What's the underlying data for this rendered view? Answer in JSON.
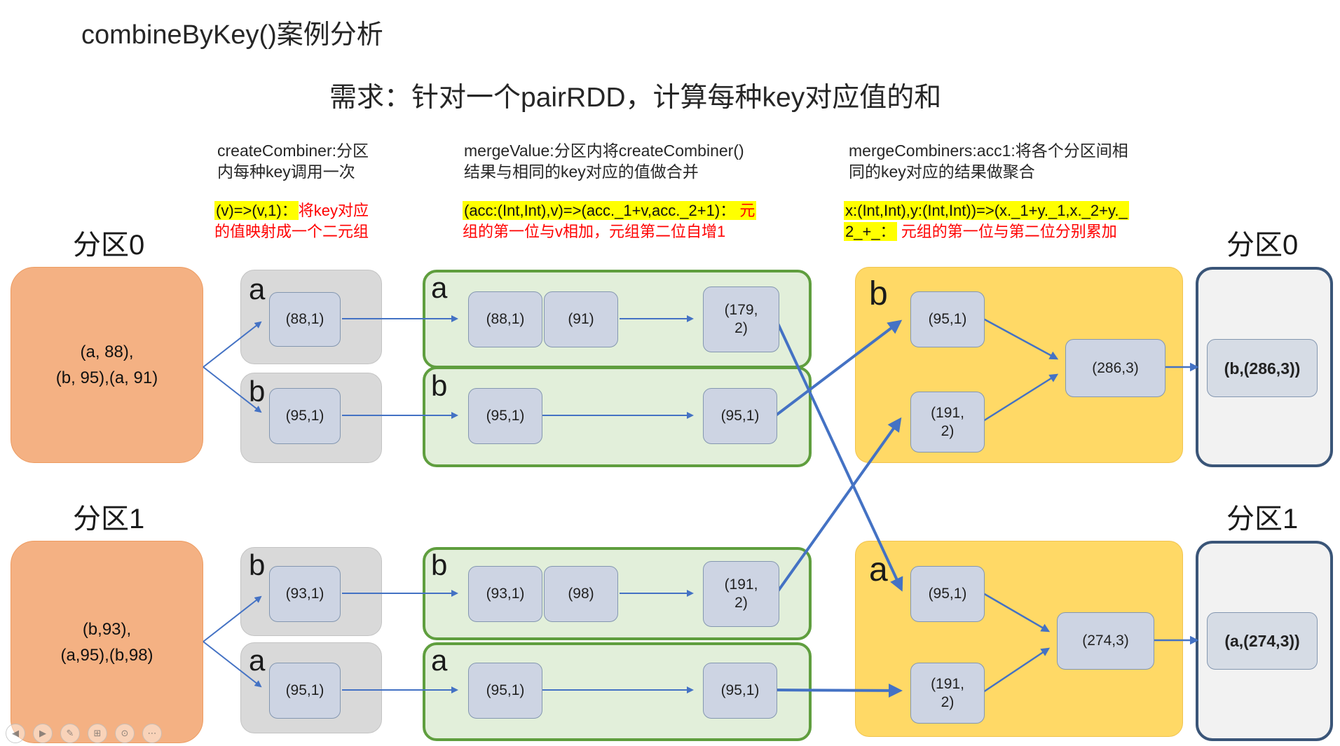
{
  "title": "combineByKey()案例分析",
  "subtitle": "需求：针对一个pairRDD，计算每种key对应值的和",
  "annotations": {
    "col1": {
      "header": [
        "createCombiner:分区",
        "内每种key调用一次"
      ],
      "highlight": "(v)=>(v,1)：",
      "red1": "将key对应",
      "red2": "的值映射成一个二元组"
    },
    "col2": {
      "header": [
        "mergeValue:分区内将createCombiner()",
        "结果与相同的key对应的值做合并"
      ],
      "highlight": "(acc:(Int,Int),v)=>(acc._1+v,acc._2+1)：",
      "highlight_red": "元",
      "red2": "组的第一位与v相加，元组第二位自增1"
    },
    "col3": {
      "header": [
        "mergeCombiners:acc1:将各个分区间相",
        "同的key对应的结果做聚合"
      ],
      "highlight1": "x:(Int,Int),y:(Int,Int))=>(x._1+y._1,x._2+y._",
      "highlight2": "2_+_：",
      "red2": "元组的第一位与第二位分别累加"
    }
  },
  "inputs": [
    {
      "label": "分区0",
      "text": "(a, 88),\n(b, 95),(a, 91)"
    },
    {
      "label": "分区1",
      "text": "(b,93),\n(a,95),(b,98)"
    }
  ],
  "stage1": [
    {
      "key": "a",
      "val": "(88,1)"
    },
    {
      "key": "b",
      "val": "(95,1)"
    },
    {
      "key": "b",
      "val": "(93,1)"
    },
    {
      "key": "a",
      "val": "(95,1)"
    }
  ],
  "stage2": [
    {
      "key": "a",
      "in1": "(88,1)",
      "in2": "(91)",
      "out": "(179,\n2)"
    },
    {
      "key": "b",
      "in1": "(95,1)",
      "out": "(95,1)"
    },
    {
      "key": "b",
      "in1": "(93,1)",
      "in2": "(98)",
      "out": "(191,\n2)"
    },
    {
      "key": "a",
      "in1": "(95,1)",
      "out": "(95,1)"
    }
  ],
  "stage3": [
    {
      "key": "b",
      "top": "(95,1)",
      "bottom": "(191,\n2)",
      "out": "(286,3)"
    },
    {
      "key": "a",
      "top": "(95,1)",
      "bottom": "(191,\n2)",
      "out": "(274,3)"
    }
  ],
  "outputs": [
    {
      "label": "分区0",
      "value": "(b,(286,3))"
    },
    {
      "label": "分区1",
      "value": "(a,(274,3))"
    }
  ],
  "toolbar": {
    "icons": [
      {
        "name": "previous",
        "glyph": "◀"
      },
      {
        "name": "play",
        "glyph": "▶"
      },
      {
        "name": "pen",
        "glyph": "✎"
      },
      {
        "name": "grid",
        "glyph": "⊞"
      },
      {
        "name": "zoom",
        "glyph": "⊙"
      },
      {
        "name": "more",
        "glyph": "⋯"
      }
    ]
  },
  "colors": {
    "arrow_blue": "#4472C4",
    "input_orange": "#F4B183",
    "group_gray": "#D9D9D9",
    "group_green_fill": "#E2EFDA",
    "group_green_border": "#5F9E3E",
    "group_gold": "#FFD966",
    "node_fill": "#CDD4E3",
    "node_border": "#8497B0",
    "output_border": "#3A5578",
    "highlight_yellow": "#FFFF00",
    "note_red": "#FF0000"
  }
}
